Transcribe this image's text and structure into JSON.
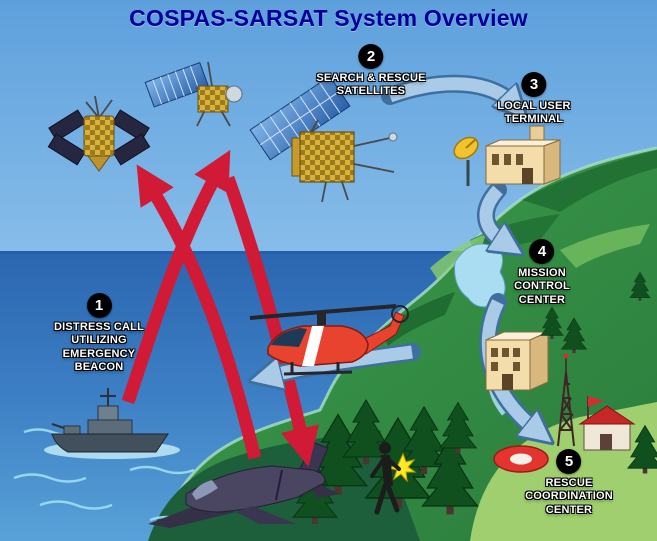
{
  "title": "COSPAS-SARSAT System Overview",
  "steps": [
    {
      "num": "1",
      "label": "DISTRESS CALL\nUTILIZING\nEMERGENCY\nBEACON"
    },
    {
      "num": "2",
      "label": "SEARCH & RESCUE\nSATELLITES"
    },
    {
      "num": "3",
      "label": "LOCAL USER\nTERMINAL"
    },
    {
      "num": "4",
      "label": "MISSION\nCONTROL\nCENTER"
    },
    {
      "num": "5",
      "label": "RESCUE\nCOORDINATION\nCENTER"
    }
  ],
  "scene_icons": [
    "cospas-satellite-icon",
    "sarsat-satellite-icon",
    "geo-search-rescue-satellite-icon",
    "local-user-terminal-building",
    "radar-dish-icon",
    "mission-control-building",
    "rescue-coordination-station",
    "radio-tower-icon",
    "coast-guard-helicopter-icon",
    "navy-ship-icon",
    "crashed-aircraft-icon",
    "survivor-with-beacon-icon",
    "distress-signal-arrows",
    "data-downlink-arrows",
    "rescue-site-marker"
  ],
  "colors": {
    "title_text": "#000099",
    "step_badge_bg": "#000000",
    "step_badge_text": "#ffffff",
    "step_label_text": "#ffffff",
    "distress_arrow": "#d11a35",
    "data_arrow_fill": "#a9cbe8",
    "data_arrow_outline": "#3f6f9f"
  }
}
